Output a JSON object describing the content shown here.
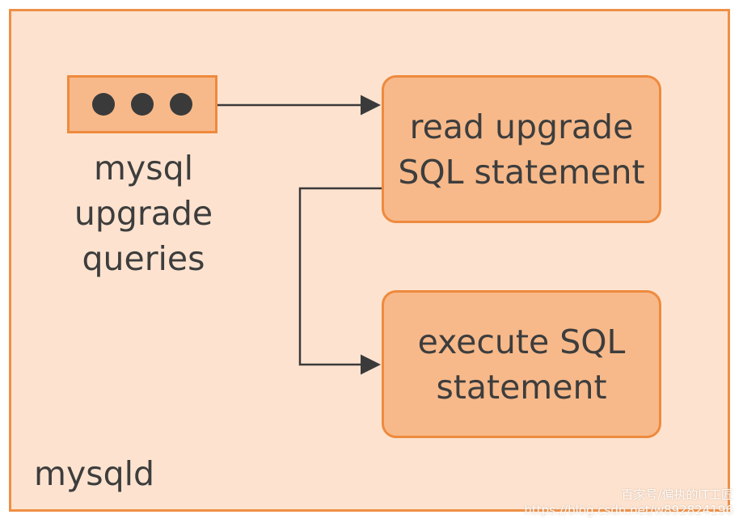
{
  "diagram": {
    "container_label": "mysqld",
    "source": {
      "icon": "ellipsis-dots-icon",
      "label_lines": [
        "mysql",
        "upgrade",
        "queries"
      ]
    },
    "steps": [
      {
        "lines": [
          "read upgrade",
          "SQL statement"
        ]
      },
      {
        "lines": [
          "execute SQL",
          "statement"
        ]
      }
    ],
    "colors": {
      "background": "#fde3cf",
      "frame_border": "#ef8f45",
      "box_fill": "#f7b98a",
      "box_border": "#ee8a3e",
      "text": "#3d3d3d",
      "arrow": "#3a3a3a"
    }
  },
  "watermark": {
    "line1": "百家号/偏执的IT工匠",
    "line2": "https://blog.csdn.net/w892824196"
  }
}
